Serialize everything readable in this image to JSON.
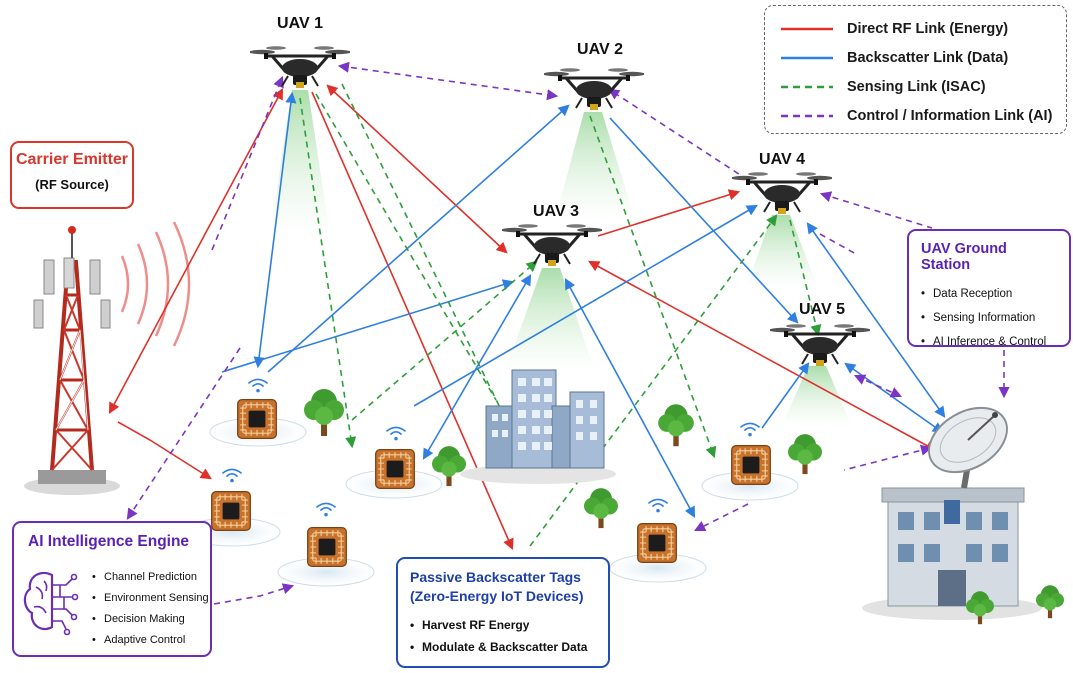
{
  "legend": {
    "items": [
      {
        "label": "Direct RF Link (Energy)",
        "color": "#e0302a",
        "style": "solid"
      },
      {
        "label": "Backscatter Link (Data)",
        "color": "#2f7fe0",
        "style": "solid"
      },
      {
        "label": "Sensing Link (ISAC)",
        "color": "#2e9e3a",
        "style": "dashed"
      },
      {
        "label": "Control / Information Link (AI)",
        "color": "#7b35c4",
        "style": "dashed"
      }
    ]
  },
  "uavs": [
    {
      "label": "UAV 1"
    },
    {
      "label": "UAV 2"
    },
    {
      "label": "UAV 3"
    },
    {
      "label": "UAV 4"
    },
    {
      "label": "UAV 5"
    }
  ],
  "carrier_emitter": {
    "title": "Carrier Emitter",
    "subtitle": "(RF Source)"
  },
  "ground_station": {
    "title": "UAV Ground Station",
    "items": [
      "Data Reception",
      "Sensing Information",
      "AI Inference & Control"
    ]
  },
  "ai_engine": {
    "title": "AI Intelligence Engine",
    "items": [
      "Channel Prediction",
      "Environment Sensing",
      "Decision Making",
      "Adaptive Control"
    ]
  },
  "backscatter_tags": {
    "title_line1": "Passive Backscatter Tags",
    "title_line2": "(Zero-Energy IoT Devices)",
    "items": [
      "Harvest RF Energy",
      "Modulate & Backscatter Data"
    ]
  },
  "colors": {
    "energy": "#e0302a",
    "backscatter": "#2f7fe0",
    "sensing": "#2e9e3a",
    "control": "#7b35c4",
    "tag_copper": "#c8722c"
  }
}
